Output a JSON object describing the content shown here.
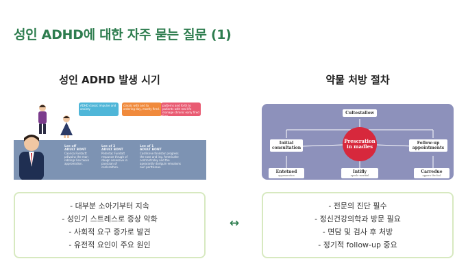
{
  "title": "성인 ADHD에 대한 자주 묻는 질문 (1)",
  "left": {
    "heading": "성인 ADHD 발생 시기",
    "illustration": {
      "bubbles": [
        "ADHD classic impulse and anxiety",
        "classic with and to ordering day, mostly fired.",
        "patterns and forth to patients with real life manage chronic early fired foes"
      ],
      "stages": [
        {
          "label": "Lee off",
          "title": "ADULT BONT",
          "text": "Caorica Fontactt pdivainz the man reblings lise twain appromation."
        },
        {
          "label": "Lee of 2",
          "title": "ADULT BONT",
          "text": "Potentac Fundatt respunce thrugh of nbugn assessive in passiaan of conlerathon."
        },
        {
          "label": "Lee of 1",
          "title": "ADULT BONT",
          "text": "Casllisnve fondstor progress the rase and ing. Americahe controntraley and the apearantly dorlguin emoaions nurl porttessus."
        }
      ]
    },
    "items": [
      "- 대부분 소아기부터 지속",
      "- 성인기 스트레스로 증상 악화",
      "- 사회적 요구 증가로 발견",
      "- 유전적 요인이 주요 원인"
    ]
  },
  "right": {
    "heading": "약물 처방 절차",
    "illustration": {
      "top_node": "Cultestallow",
      "center": "Prescration in madles",
      "left_node": "Initial consultation",
      "right_node": "Follow-up appointments",
      "bottom_nodes": [
        {
          "title": "Entetned",
          "sub": "appenaration"
        },
        {
          "title": "Intifly",
          "sub": "apoole meritial"
        },
        {
          "title": "Carredue",
          "sub": "appora the fool"
        }
      ]
    },
    "items": [
      "- 전문의 진단 필수",
      "- 정신건강의학과 방문 필요",
      "- 면담 및 검사 후 처방",
      "- 정기적 follow-up 중요"
    ]
  },
  "arrow": "↔"
}
